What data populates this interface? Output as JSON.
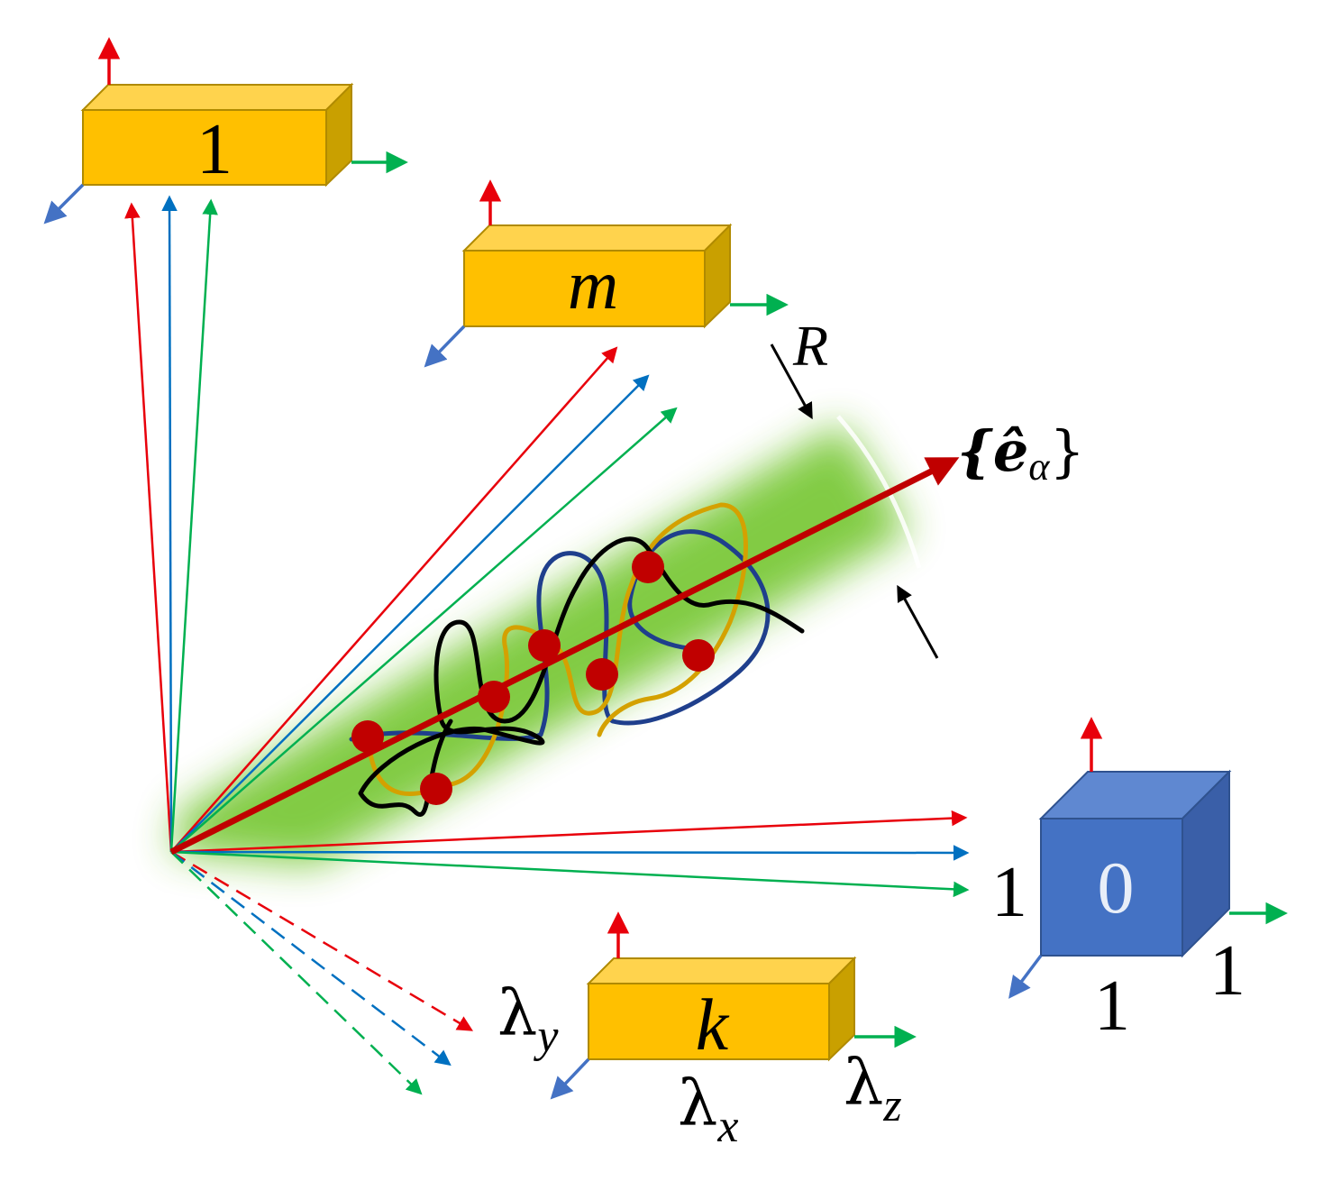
{
  "diagram": {
    "blocks": {
      "one": {
        "label": "1"
      },
      "m": {
        "label": "m"
      },
      "k": {
        "label": "k",
        "lambda_y": "λ",
        "lambda_y_sub": "y",
        "lambda_x": "λ",
        "lambda_x_sub": "x",
        "lambda_z": "λ",
        "lambda_z_sub": "z"
      },
      "zero": {
        "label": "0",
        "left_dim": "1",
        "bottom_dim": "1",
        "right_dim": "1"
      }
    },
    "R_label": "R",
    "basis_label": "{ê",
    "basis_sub": "α",
    "basis_close": "}",
    "colors": {
      "block_fill": "#FFC000",
      "block_side": "#C9A000",
      "reference_cube": "#4472C4",
      "red": "#E8000B",
      "blue": "#0070C0",
      "green": "#00B050",
      "main_axis": "#C00000",
      "glow": "#7CC93A"
    }
  }
}
